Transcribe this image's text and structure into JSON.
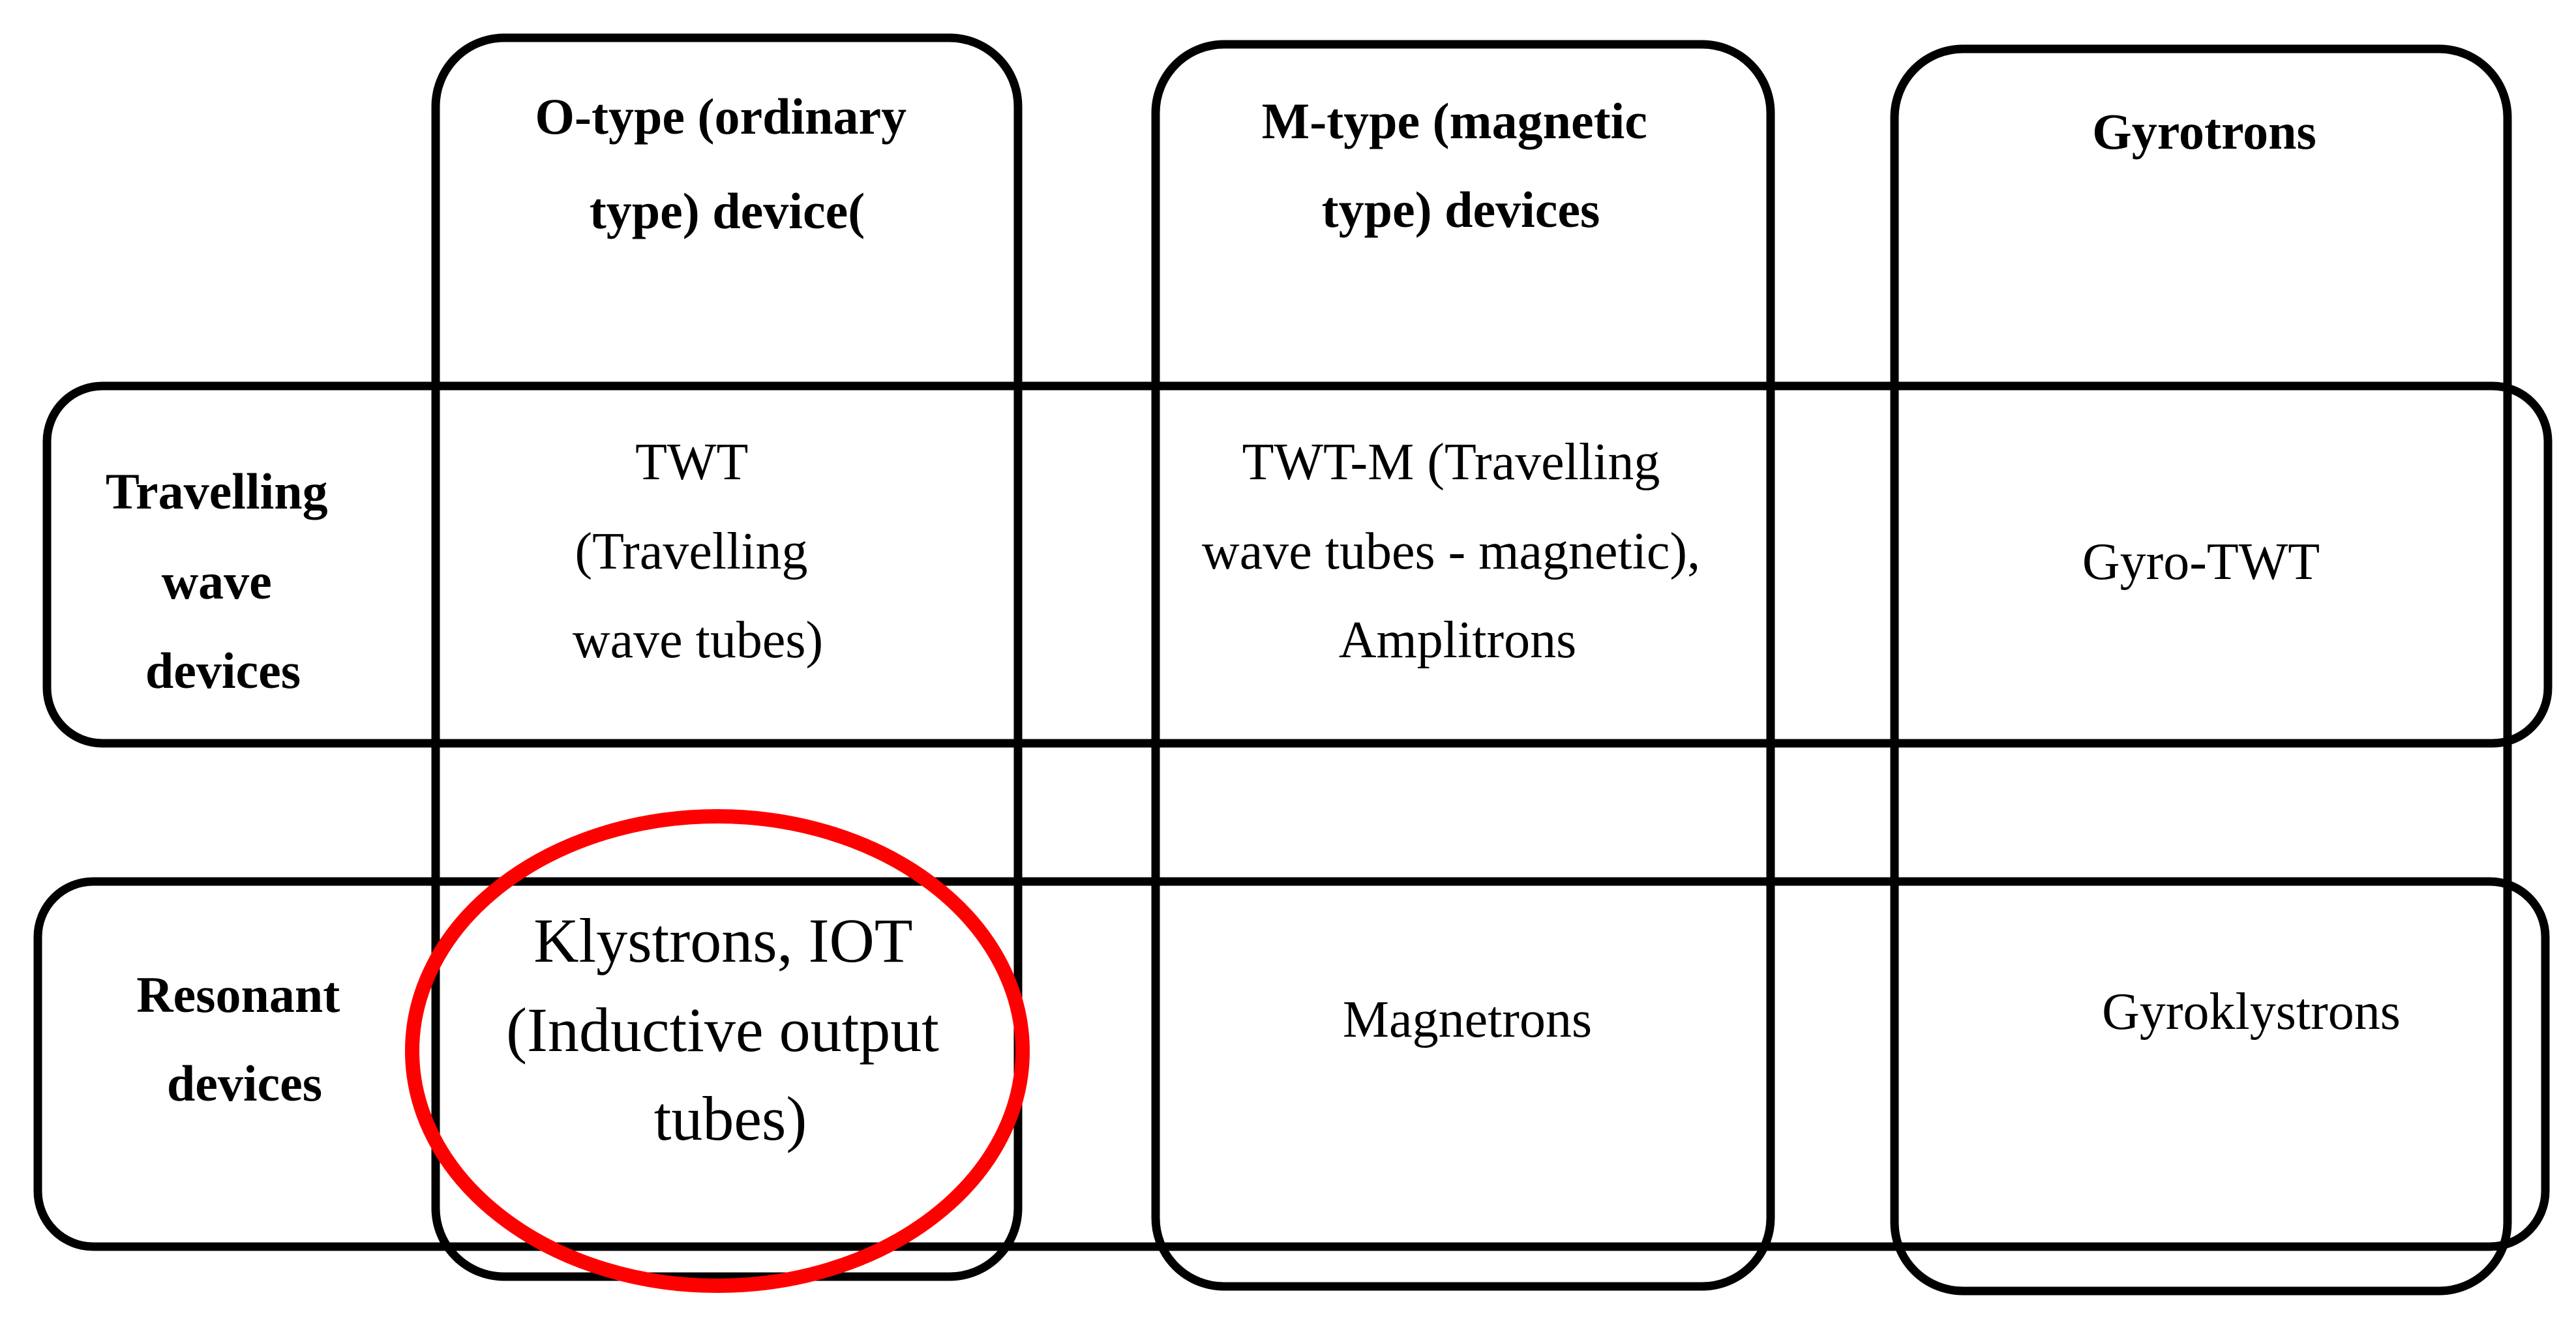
{
  "columns": [
    {
      "header": [
        "O-type (ordinary",
        "type) device("
      ]
    },
    {
      "header": [
        "M-type (magnetic",
        "type) devices"
      ]
    },
    {
      "header": [
        "Gyrotrons"
      ]
    }
  ],
  "rows": [
    {
      "header": [
        "Travelling",
        "wave",
        "devices"
      ],
      "cells": [
        [
          "TWT",
          "(Travelling",
          "wave tubes)"
        ],
        [
          "TWT-M (Travelling",
          "wave tubes - magnetic),",
          "Amplitrons"
        ],
        [
          "Gyro-TWT"
        ]
      ]
    },
    {
      "header": [
        "Resonant",
        "devices"
      ],
      "cells": [
        [
          "Klystrons, IOT",
          "(Inductive output",
          "tubes)"
        ],
        [
          "Magnetrons"
        ],
        [
          "Gyroklystrons"
        ]
      ]
    }
  ],
  "highlight": {
    "color": "#ff0000",
    "target": "Klystrons, IOT"
  }
}
